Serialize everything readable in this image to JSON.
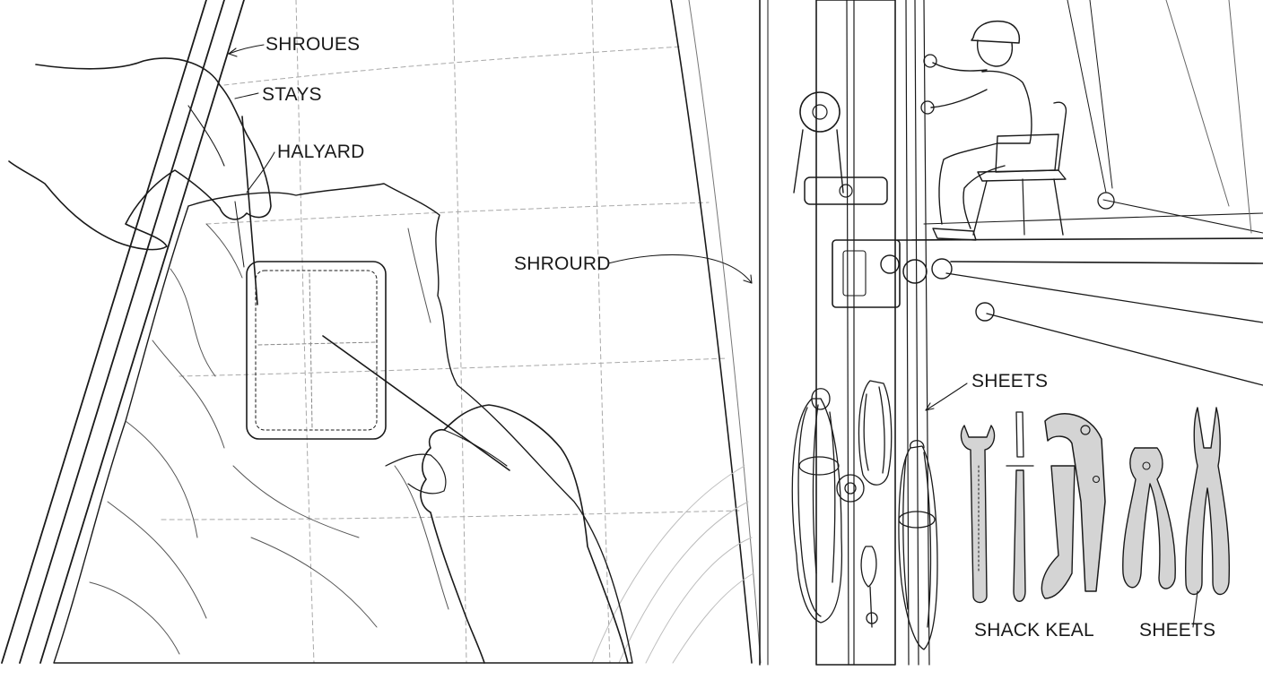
{
  "labels": {
    "shroues": "SHROUES",
    "stays": "STAYS",
    "halyard": "HALYARD",
    "shrourd": "SHROURD",
    "sheets_upper": "SHEETS",
    "shack_keal": "SHACK KEAL",
    "sheets_lower": "SHEETS"
  },
  "colors": {
    "ink": "#1a1a1a",
    "grid": "#a8a8a8",
    "tool_fill": "#d4d4d4",
    "background": "#ffffff"
  }
}
